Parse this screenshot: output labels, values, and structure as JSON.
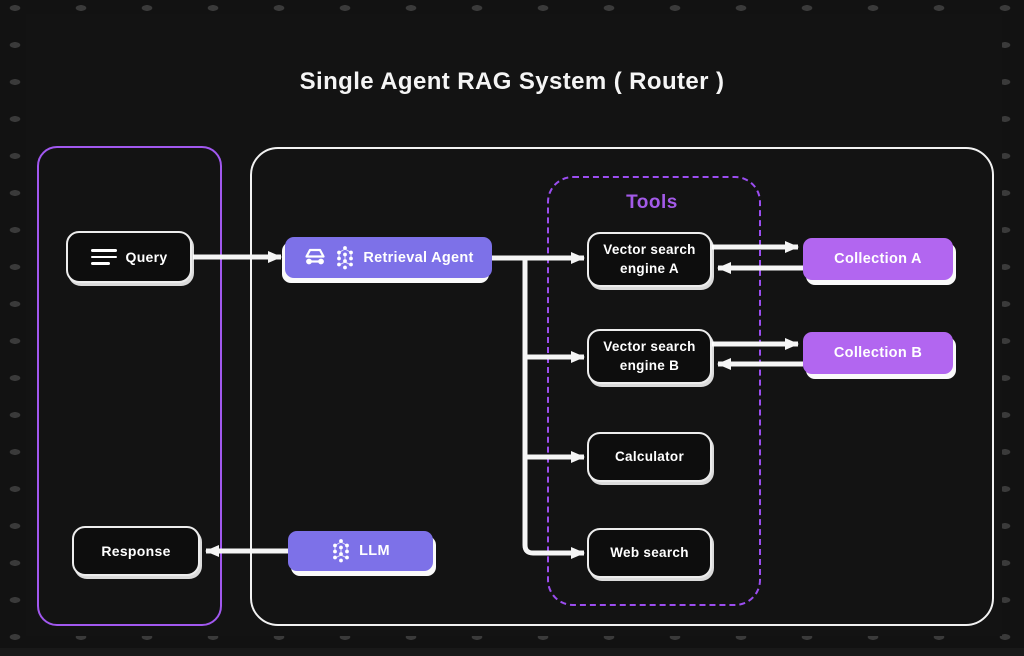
{
  "title": "Single Agent RAG System ( Router )",
  "client": {
    "query_label": "Query",
    "response_label": "Response"
  },
  "system": {
    "retrieval_agent_label": "Retrieval Agent",
    "llm_label": "LLM"
  },
  "tools": {
    "title": "Tools",
    "items": [
      "Vector search engine A",
      "Vector search engine B",
      "Calculator",
      "Web search"
    ]
  },
  "collections": {
    "a_label": "Collection A",
    "b_label": "Collection B"
  },
  "colors": {
    "background": "#121212",
    "background_dot": "#3a3a3a",
    "client_border_purple": "#a158ef",
    "system_border_white": "#f2f2f2",
    "tools_dashed_purple": "#9b4df0",
    "tools_title_purple": "#a35ae8",
    "agent_fill": "#7d71e8",
    "collection_fill": "#b266f0",
    "node_text": "#ffffff",
    "arrow": "#f5f5f5"
  }
}
